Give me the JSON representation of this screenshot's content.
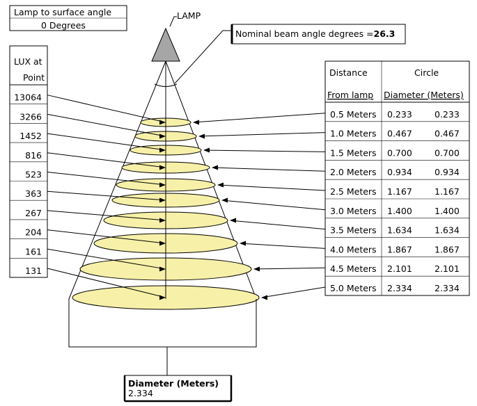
{
  "lamp_angle_box": {
    "title": "Lamp to surface angle",
    "value": "0 Degrees"
  },
  "lamp_label": "LAMP",
  "beam_box": {
    "label": "Nominal beam angle degrees =",
    "value": "26.3"
  },
  "lux_header": {
    "line1": "LUX at",
    "line2": "Point"
  },
  "lux_values": [
    "13064",
    "3266",
    "1452",
    "816",
    "523",
    "363",
    "267",
    "204",
    "161",
    "131"
  ],
  "dist_table": {
    "header_distance_1": "Distance",
    "header_distance_2": "From lamp",
    "header_circle_1": "Circle",
    "header_circle_2": "Diameter (Meters)",
    "rows": [
      {
        "distance": "0.5  Meters",
        "d1": "0.233",
        "d2": "0.233"
      },
      {
        "distance": "1.0  Meters",
        "d1": "0.467",
        "d2": "0.467"
      },
      {
        "distance": "1.5  Meters",
        "d1": "0.700",
        "d2": "0.700"
      },
      {
        "distance": "2.0  Meters",
        "d1": "0.934",
        "d2": "0.934"
      },
      {
        "distance": "2.5  Meters",
        "d1": "1.167",
        "d2": "1.167"
      },
      {
        "distance": "3.0  Meters",
        "d1": "1.400",
        "d2": "1.400"
      },
      {
        "distance": "3.5  Meters",
        "d1": "1.634",
        "d2": "1.634"
      },
      {
        "distance": "4.0  Meters",
        "d1": "1.867",
        "d2": "1.867"
      },
      {
        "distance": "4.5  Meters",
        "d1": "2.101",
        "d2": "2.101"
      },
      {
        "distance": "5.0  Meters",
        "d1": "2.334",
        "d2": "2.334"
      }
    ]
  },
  "diameter_box": {
    "label": "Diameter (Meters)",
    "value": "2.334"
  },
  "colors": {
    "ellipse_fill": "#f7f0a8",
    "lamp_fill": "#a6a6a6",
    "line": "#000000"
  }
}
